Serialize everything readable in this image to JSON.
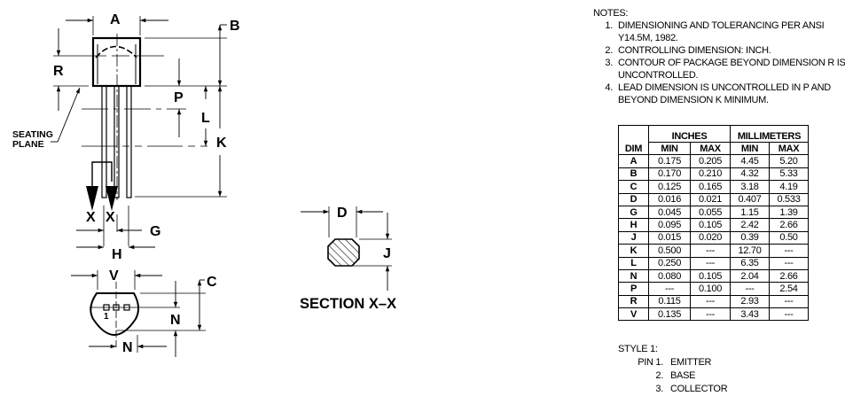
{
  "drawing": {
    "labels": {
      "A": "A",
      "B": "B",
      "R": "R",
      "P": "P",
      "L": "L",
      "K": "K",
      "X1": "X",
      "X2": "X",
      "G": "G",
      "H": "H",
      "V": "V",
      "C": "C",
      "N1": "N",
      "N2": "N",
      "pin1": "1",
      "D": "D",
      "J": "J",
      "seating_line1": "SEATING",
      "seating_line2": "PLANE",
      "section": "SECTION X–X"
    }
  },
  "notes": {
    "title": "NOTES:",
    "items": [
      {
        "num": "1.",
        "text": "DIMENSIONING AND TOLERANCING PER ANSI Y14.5M, 1982."
      },
      {
        "num": "2.",
        "text": "CONTROLLING DIMENSION: INCH."
      },
      {
        "num": "3.",
        "text": "CONTOUR OF PACKAGE BEYOND DIMENSION R IS UNCONTROLLED."
      },
      {
        "num": "4.",
        "text": "LEAD DIMENSION IS UNCONTROLLED IN P AND BEYOND DIMENSION K MINIMUM."
      }
    ]
  },
  "table": {
    "groups": {
      "inches": "INCHES",
      "mm": "MILLIMETERS"
    },
    "columns": {
      "dim": "DIM",
      "in_min": "MIN",
      "in_max": "MAX",
      "mm_min": "MIN",
      "mm_max": "MAX"
    },
    "rows": [
      {
        "dim": "A",
        "in_min": "0.175",
        "in_max": "0.205",
        "mm_min": "4.45",
        "mm_max": "5.20"
      },
      {
        "dim": "B",
        "in_min": "0.170",
        "in_max": "0.210",
        "mm_min": "4.32",
        "mm_max": "5.33"
      },
      {
        "dim": "C",
        "in_min": "0.125",
        "in_max": "0.165",
        "mm_min": "3.18",
        "mm_max": "4.19"
      },
      {
        "dim": "D",
        "in_min": "0.016",
        "in_max": "0.021",
        "mm_min": "0.407",
        "mm_max": "0.533"
      },
      {
        "dim": "G",
        "in_min": "0.045",
        "in_max": "0.055",
        "mm_min": "1.15",
        "mm_max": "1.39"
      },
      {
        "dim": "H",
        "in_min": "0.095",
        "in_max": "0.105",
        "mm_min": "2.42",
        "mm_max": "2.66"
      },
      {
        "dim": "J",
        "in_min": "0.015",
        "in_max": "0.020",
        "mm_min": "0.39",
        "mm_max": "0.50"
      },
      {
        "dim": "K",
        "in_min": "0.500",
        "in_max": "---",
        "mm_min": "12.70",
        "mm_max": "---"
      },
      {
        "dim": "L",
        "in_min": "0.250",
        "in_max": "---",
        "mm_min": "6.35",
        "mm_max": "---"
      },
      {
        "dim": "N",
        "in_min": "0.080",
        "in_max": "0.105",
        "mm_min": "2.04",
        "mm_max": "2.66"
      },
      {
        "dim": "P",
        "in_min": "---",
        "in_max": "0.100",
        "mm_min": "---",
        "mm_max": "2.54"
      },
      {
        "dim": "R",
        "in_min": "0.115",
        "in_max": "---",
        "mm_min": "2.93",
        "mm_max": "---"
      },
      {
        "dim": "V",
        "in_min": "0.135",
        "in_max": "---",
        "mm_min": "3.43",
        "mm_max": "---"
      }
    ]
  },
  "style": {
    "title": "STYLE 1:",
    "pins": [
      {
        "label": "PIN 1.",
        "name": "EMITTER"
      },
      {
        "label": "2.",
        "name": "BASE"
      },
      {
        "label": "3.",
        "name": "COLLECTOR"
      }
    ]
  }
}
